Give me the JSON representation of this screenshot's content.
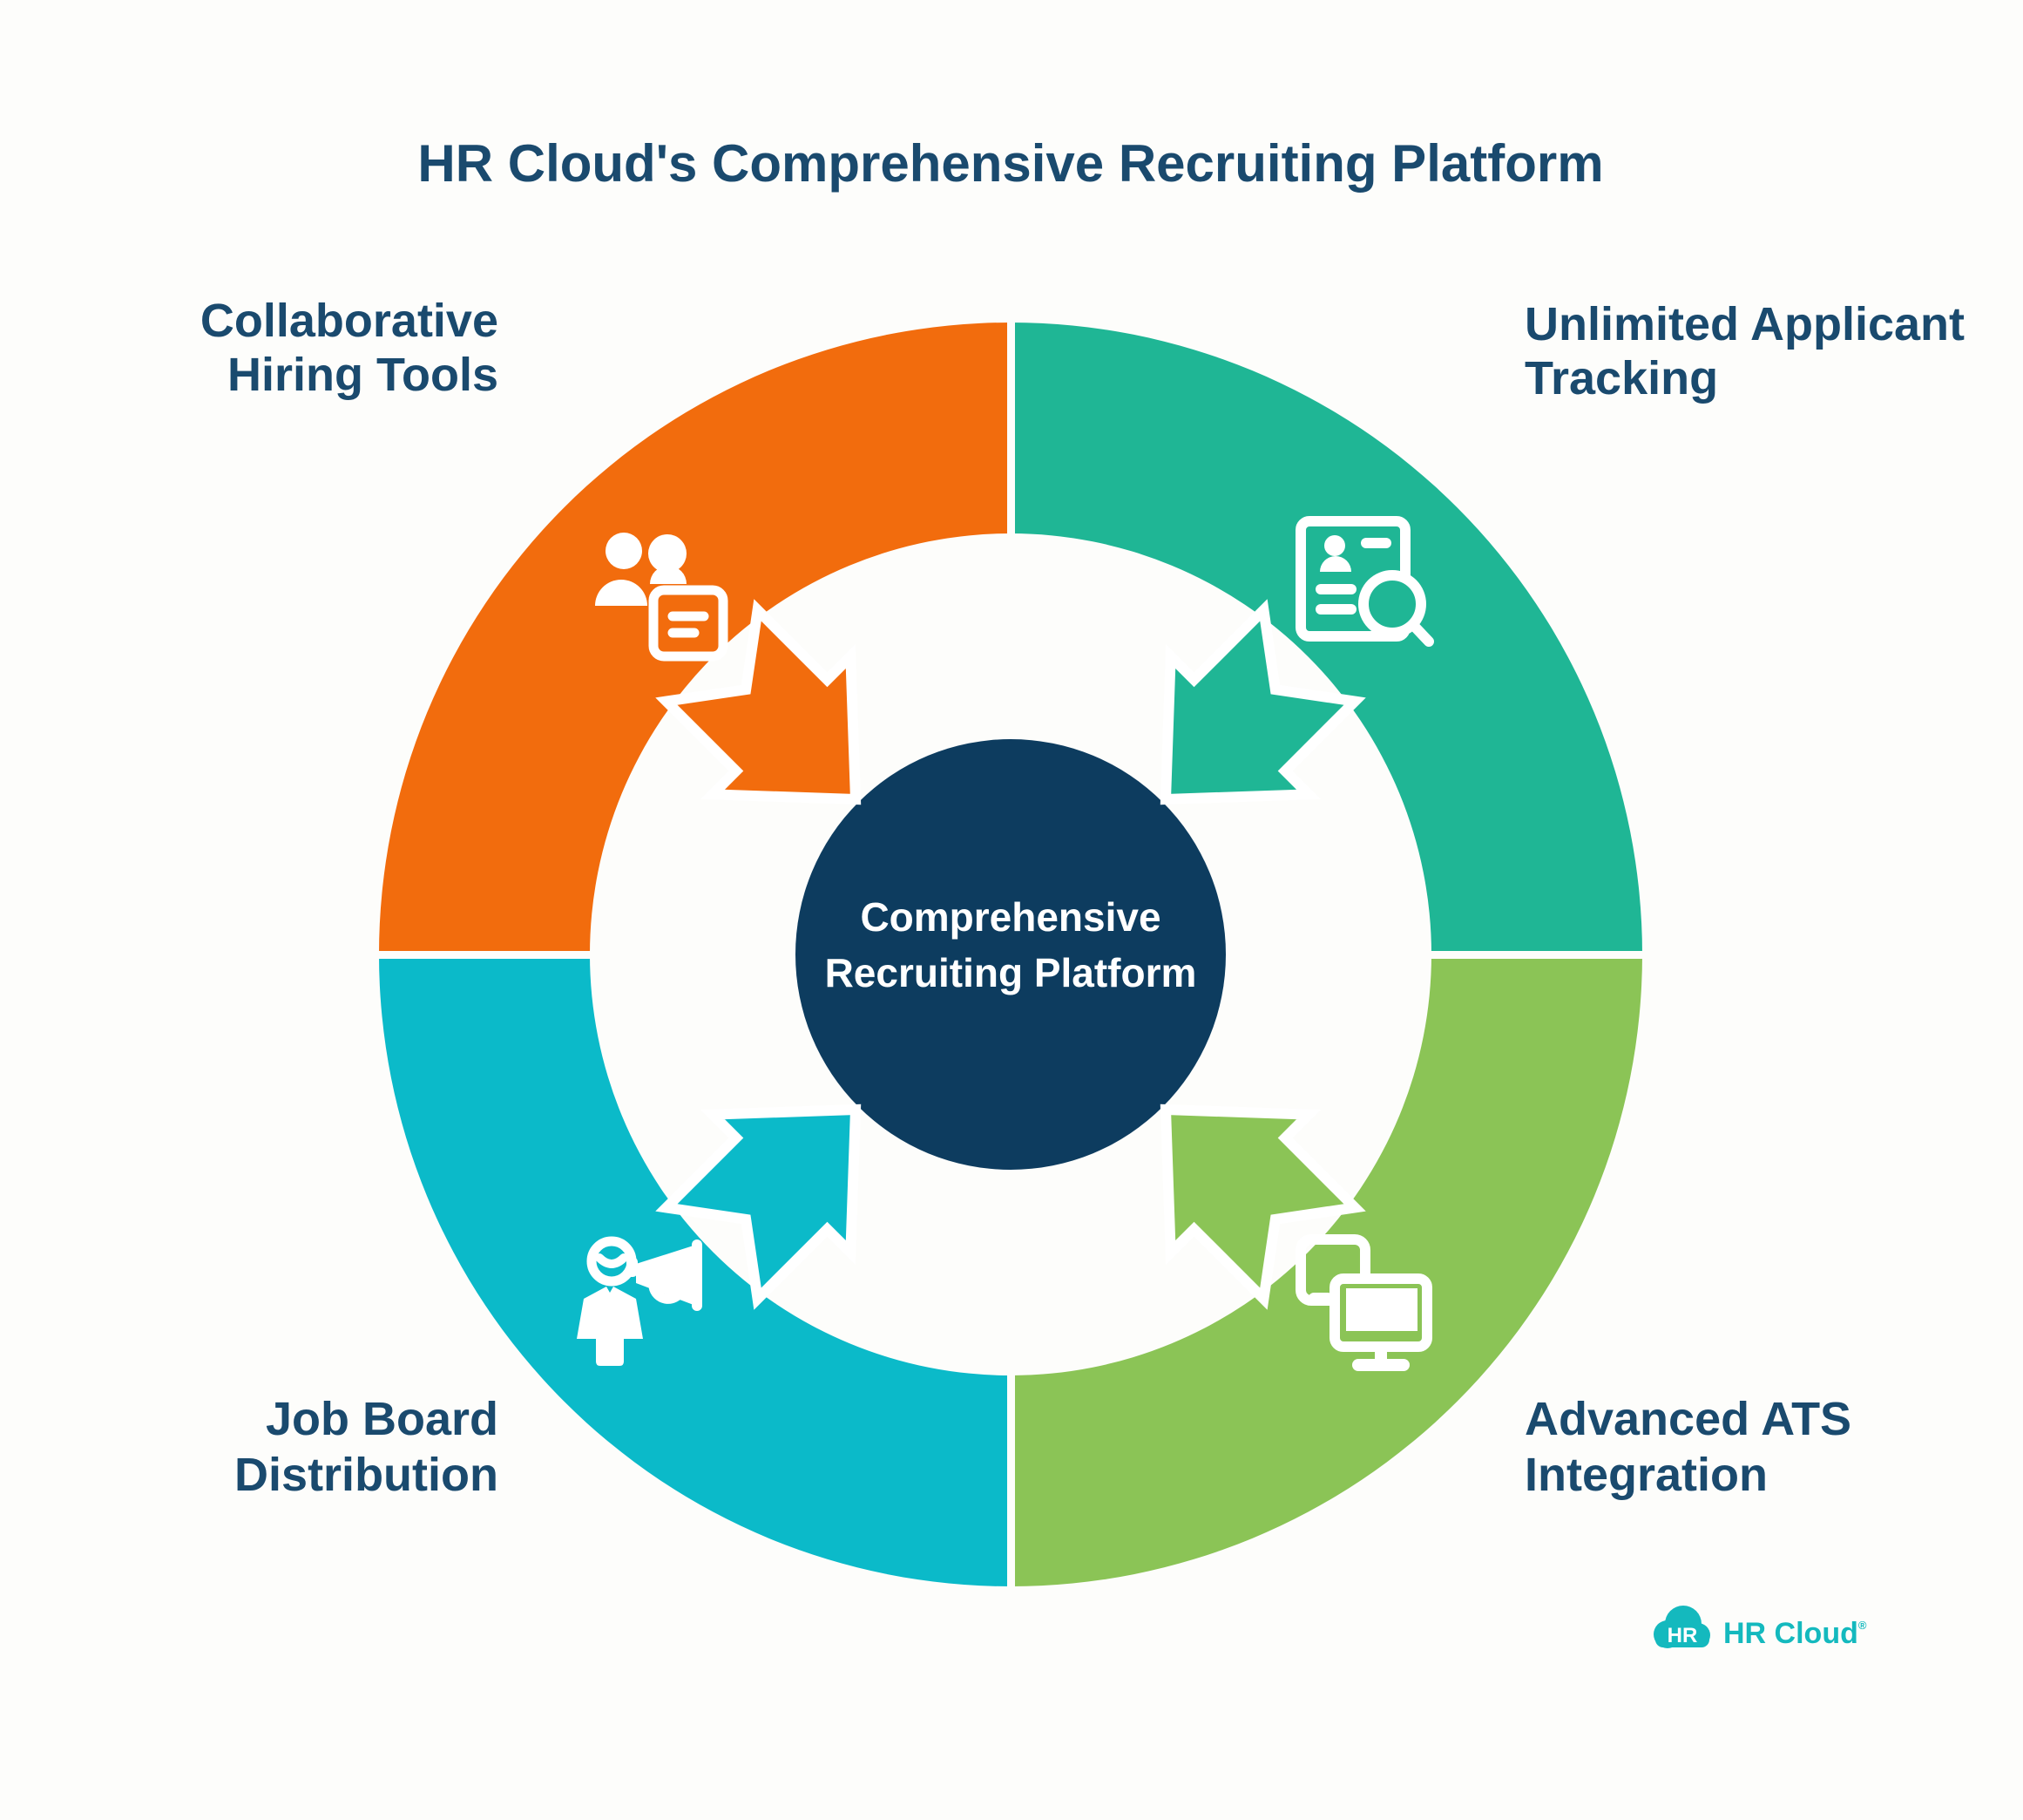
{
  "title": "HR Cloud's Comprehensive Recruiting Platform",
  "center": {
    "line1": "Comprehensive",
    "line2": "Recruiting Platform"
  },
  "quadrants": [
    {
      "id": "collaborative-hiring-tools",
      "position": "top-left",
      "label_line1": "Collaborative",
      "label_line2": "Hiring Tools",
      "color": "#F26C0D",
      "icon": "people-card-icon"
    },
    {
      "id": "unlimited-applicant-tracking",
      "position": "top-right",
      "label_line1": "Unlimited Applicant",
      "label_line2": "Tracking",
      "color": "#1FB695",
      "icon": "resume-search-icon"
    },
    {
      "id": "job-board-distribution",
      "position": "bottom-left",
      "label_line1": "Job Board",
      "label_line2": "Distribution",
      "color": "#0BBAC9",
      "icon": "person-megaphone-icon"
    },
    {
      "id": "advanced-ats-integration",
      "position": "bottom-right",
      "label_line1": "Advanced ATS",
      "label_line2": "Integration",
      "color": "#8BC456",
      "icon": "devices-icon"
    }
  ],
  "logo": {
    "badge": "HR",
    "brand": "HR Cloud",
    "registered": "®"
  },
  "colors": {
    "navy_circle": "#0D3C5F",
    "text_navy": "#1A4A6E",
    "logo_teal": "#14B9BE",
    "background": "#FDFDFB",
    "white": "#FFFFFF"
  }
}
